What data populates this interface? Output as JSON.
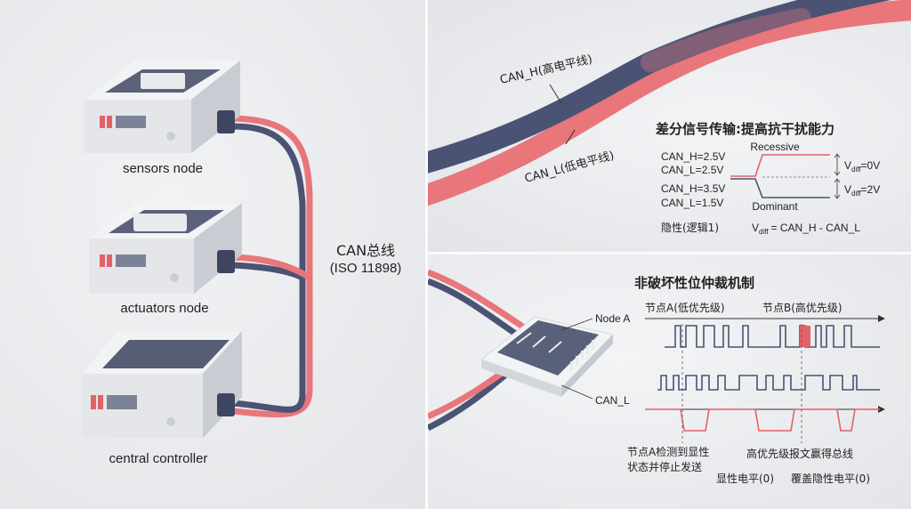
{
  "left": {
    "nodes": [
      {
        "label": "sensors node"
      },
      {
        "label": "actuators node"
      },
      {
        "label": "central controller"
      }
    ],
    "bus_label_line1": "CAN总线",
    "bus_label_line2": "(ISO 11898)"
  },
  "twisted_pair": {
    "can_h_label": "CAN_H(高电平线)",
    "can_l_label": "CAN_L(低电平线)",
    "title": "差分信号传输:提高抗干扰能力",
    "recessive_label": "Recessive",
    "dominant_label": "Dominant",
    "recessive_h": "CAN_H=2.5V",
    "recessive_l": "CAN_L=2.5V",
    "dominant_h": "CAN_H=3.5V",
    "dominant_l": "CAN_L=1.5V",
    "vdiff_recessive": "=0V",
    "vdiff_dominant": "=2V",
    "recessive_logic": "隐性(逻辑1)",
    "vdiff_formula": "= CAN_H - CAN_L",
    "v_sym": "V",
    "diff_sub": "diff"
  },
  "arbitration": {
    "title": "非破坏性位仲裁机制",
    "node_a": "Node A",
    "can_l": "CAN_L",
    "node_a_timeline": "节点A(低优先级)",
    "node_b_timeline": "节点B(高优先级)",
    "note_left_1": "节点A检测到显性",
    "note_left_2": "状态并停止发送",
    "note_right": "高优先级报文赢得总线",
    "legend_dominant": "显性电平(0)",
    "legend_recessive": "覆盖隐性电平(0)"
  },
  "colors": {
    "can_h": "#4a5374",
    "can_l": "#e8767a",
    "device": "#dfe1e5",
    "screen": "#565d74"
  }
}
